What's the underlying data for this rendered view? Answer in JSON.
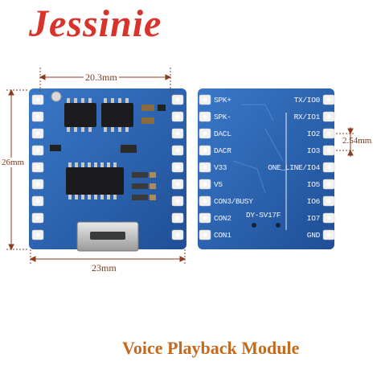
{
  "brand": {
    "name": "Jessinie",
    "color": "#d9342b"
  },
  "caption": {
    "text": "Voice Playback Module",
    "color": "#c46a1e"
  },
  "dimensions": {
    "top_width": "20.3mm",
    "height": "26mm",
    "bottom_width": "23mm",
    "pin_pitch": "2.54mm"
  },
  "module": {
    "model": "DY-SV17F",
    "board_color": "#2a63b0",
    "left_pins": [
      "SPK+",
      "SPK-",
      "DACL",
      "DACR",
      "V33",
      "V5",
      "CON3/BUSY",
      "CON2",
      "CON1"
    ],
    "right_pins": [
      "TX/IO0",
      "RX/IO1",
      "IO2",
      "IO3",
      "ONE_LINE/IO4",
      "IO5",
      "IO6",
      "IO7",
      "GND"
    ]
  }
}
